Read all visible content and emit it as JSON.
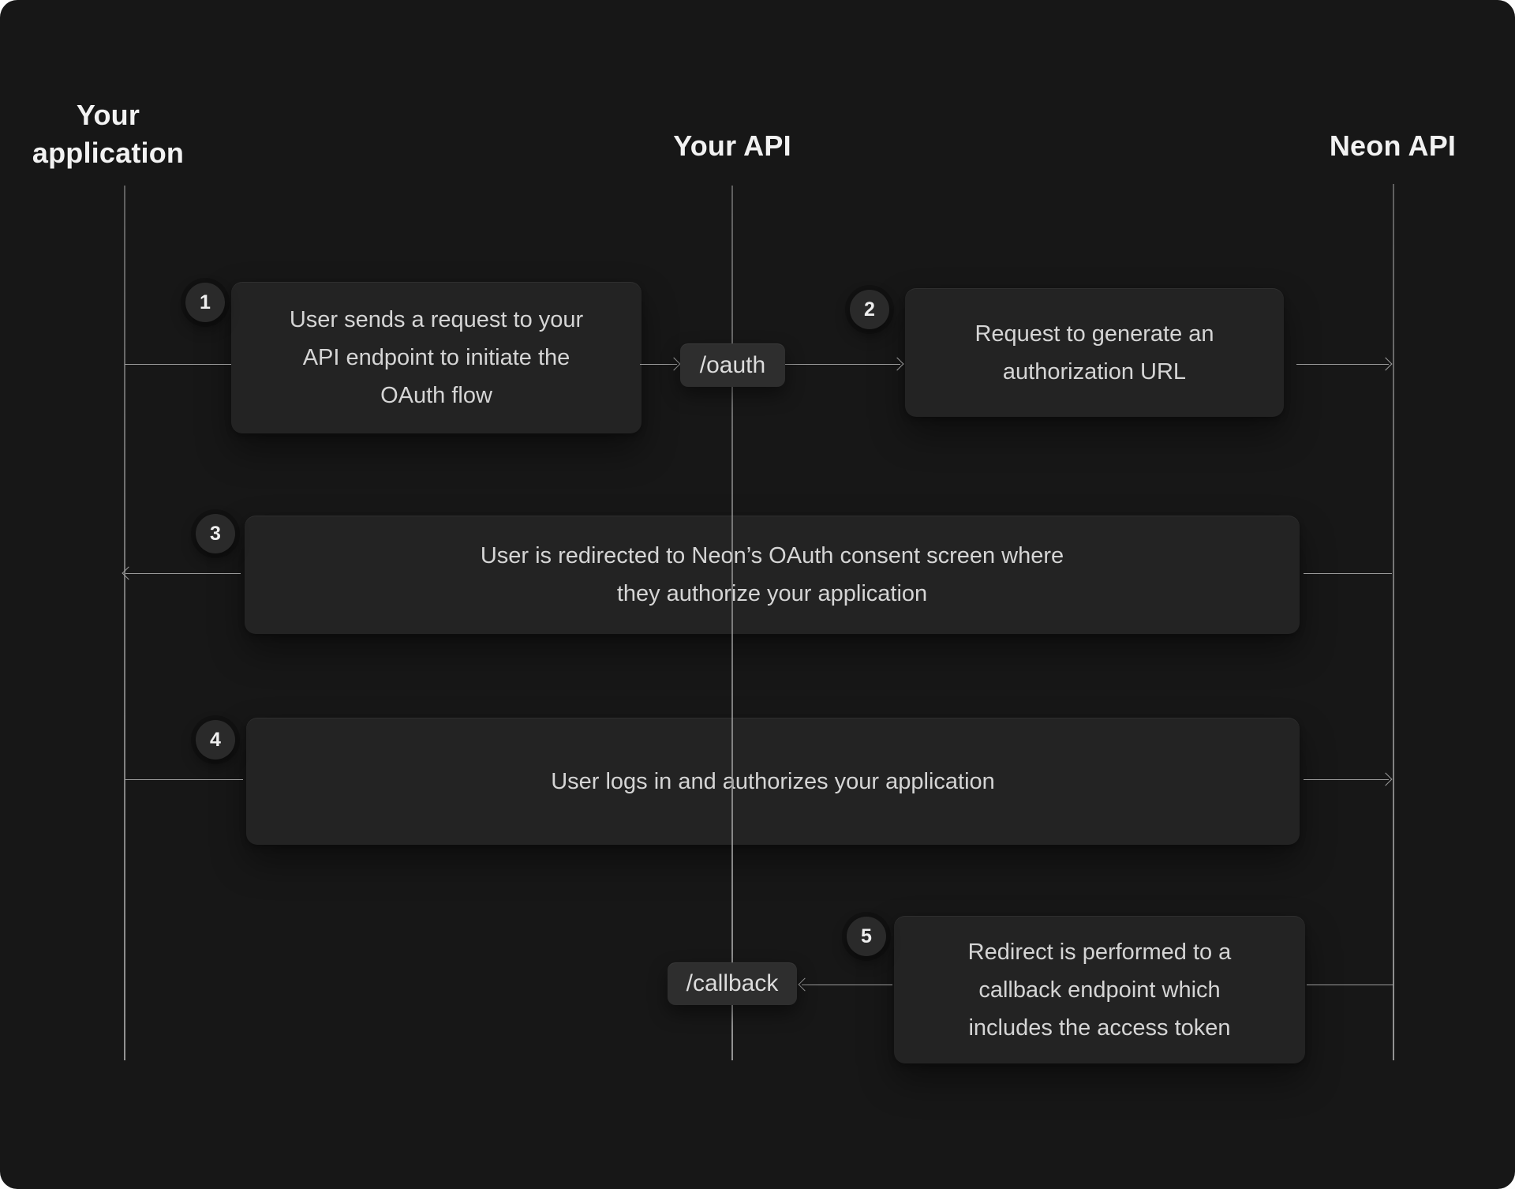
{
  "diagram": {
    "lanes": [
      {
        "id": "your-application",
        "label": "Your application"
      },
      {
        "id": "your-api",
        "label": "Your API"
      },
      {
        "id": "neon-api",
        "label": "Neon API"
      }
    ],
    "endpoints": [
      {
        "id": "oauth",
        "label": "/oauth"
      },
      {
        "id": "callback",
        "label": "/callback"
      }
    ],
    "steps": [
      {
        "number": "1",
        "lines": [
          "User sends a request to your",
          "API endpoint to initiate the",
          "OAuth flow"
        ]
      },
      {
        "number": "2",
        "lines": [
          "Request to generate an",
          "authorization URL"
        ]
      },
      {
        "number": "3",
        "lines": [
          "User is redirected to Neon’s OAuth consent screen where",
          "they authorize your application"
        ]
      },
      {
        "number": "4",
        "lines": [
          "User logs in and authorizes your application"
        ]
      },
      {
        "number": "5",
        "lines": [
          "Redirect is performed to a",
          "callback endpoint which",
          "includes the access token"
        ]
      }
    ],
    "colors": {
      "background": "#171717",
      "surface": "#232323",
      "chip": "#2e2e2e",
      "step_badge": "#2a2a2a",
      "line": "#9a9a9a",
      "text": "#d5d5d5",
      "heading": "#f2f2f2"
    }
  }
}
